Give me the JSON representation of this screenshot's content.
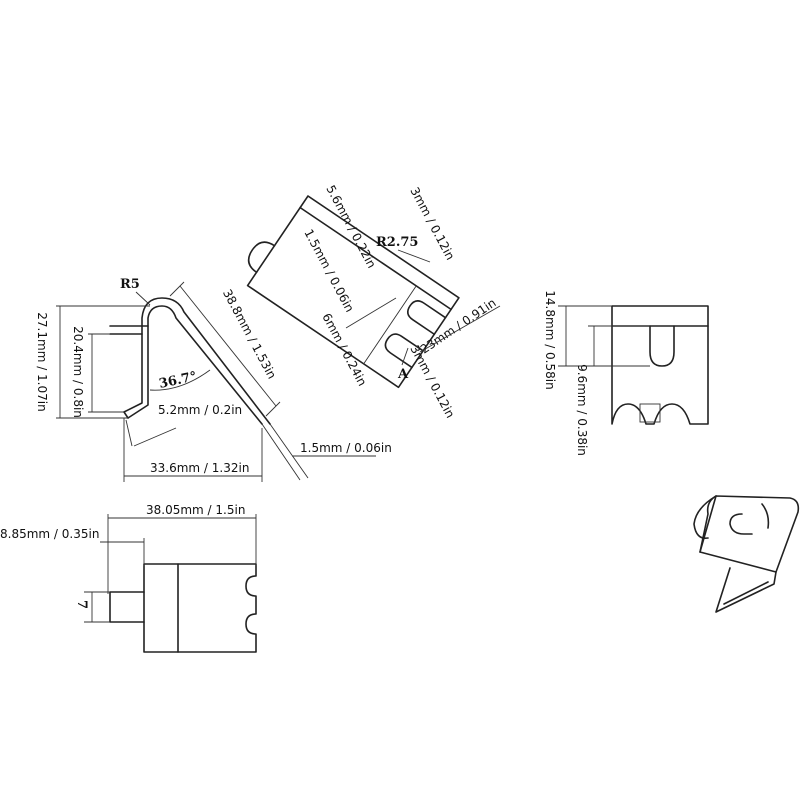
{
  "side_view": {
    "r5": "R5",
    "height_outer": "27.1mm / 1.07in",
    "height_inner": "20.4mm / 0.8in",
    "length_diag": "38.8mm / 1.53in",
    "angle": "36.7°",
    "foot": "5.2mm / 0.2in",
    "base": "33.6mm / 1.32in",
    "thickness": "1.5mm / 0.06in"
  },
  "top_view": {
    "view_label_a": "A",
    "section_label_a": "A",
    "r275": "R2.75",
    "slot_width": "5.6mm / 0.22in",
    "end_3mm": "3mm / 0.12in",
    "thickness": "1.5mm / 0.06in",
    "dim_6mm": "6mm / 0.24in",
    "dim_3mm_b": "3mm / 0.12in",
    "width_23": "23mm / 0.91in"
  },
  "end_view": {
    "height_148": "14.8mm / 0.58in",
    "height_96": "9.6mm / 0.38in"
  },
  "bottom_view": {
    "width_3805": "38.05mm / 1.5in",
    "width_885": "8.85mm / 0.35in",
    "dim_7": "7"
  }
}
